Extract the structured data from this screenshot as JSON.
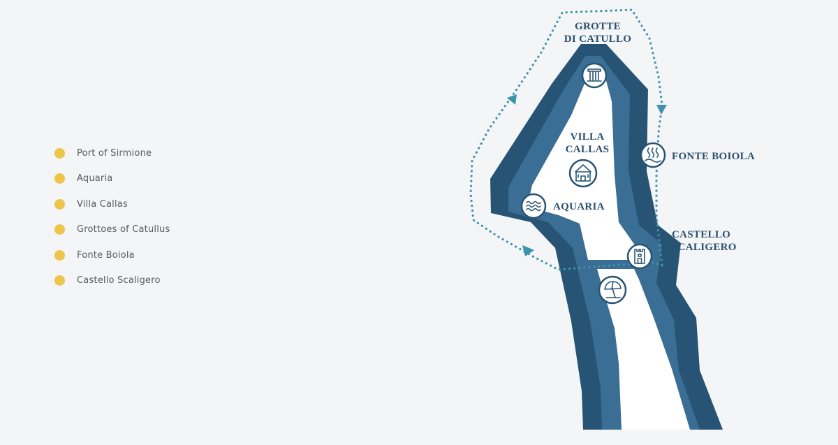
{
  "colors": {
    "background": "#f3f5f7",
    "legend_dot": "#ecc54a",
    "peninsula_outer": "#275474",
    "peninsula_inner": "#3a6e94",
    "land": "#ffffff",
    "route": "#3d92ad",
    "label": "#2a4f6e"
  },
  "legend": {
    "items": [
      {
        "label": "Port of Sirmione"
      },
      {
        "label": "Aquaria"
      },
      {
        "label": "Villa Callas"
      },
      {
        "label": "Grottoes of Catullus"
      },
      {
        "label": "Fonte Boiola"
      },
      {
        "label": "Castello Scaligero"
      }
    ]
  },
  "map": {
    "labels": {
      "grotte_line1": "GROTTE",
      "grotte_line2": "DI CATULLO",
      "villa_line1": "VILLA",
      "villa_line2": "CALLAS",
      "aquaria": "AQUARIA",
      "fonte": "FONTE BOIOLA",
      "castello_line1": "CASTELLO",
      "castello_line2": "SCALIGERO"
    },
    "icons": {
      "grotte": "column-ruins-icon",
      "villa": "villa-house-icon",
      "aquaria": "water-waves-icon",
      "fonte": "hot-spring-icon",
      "castello": "castle-tower-icon",
      "port": "beach-umbrella-icon"
    }
  }
}
